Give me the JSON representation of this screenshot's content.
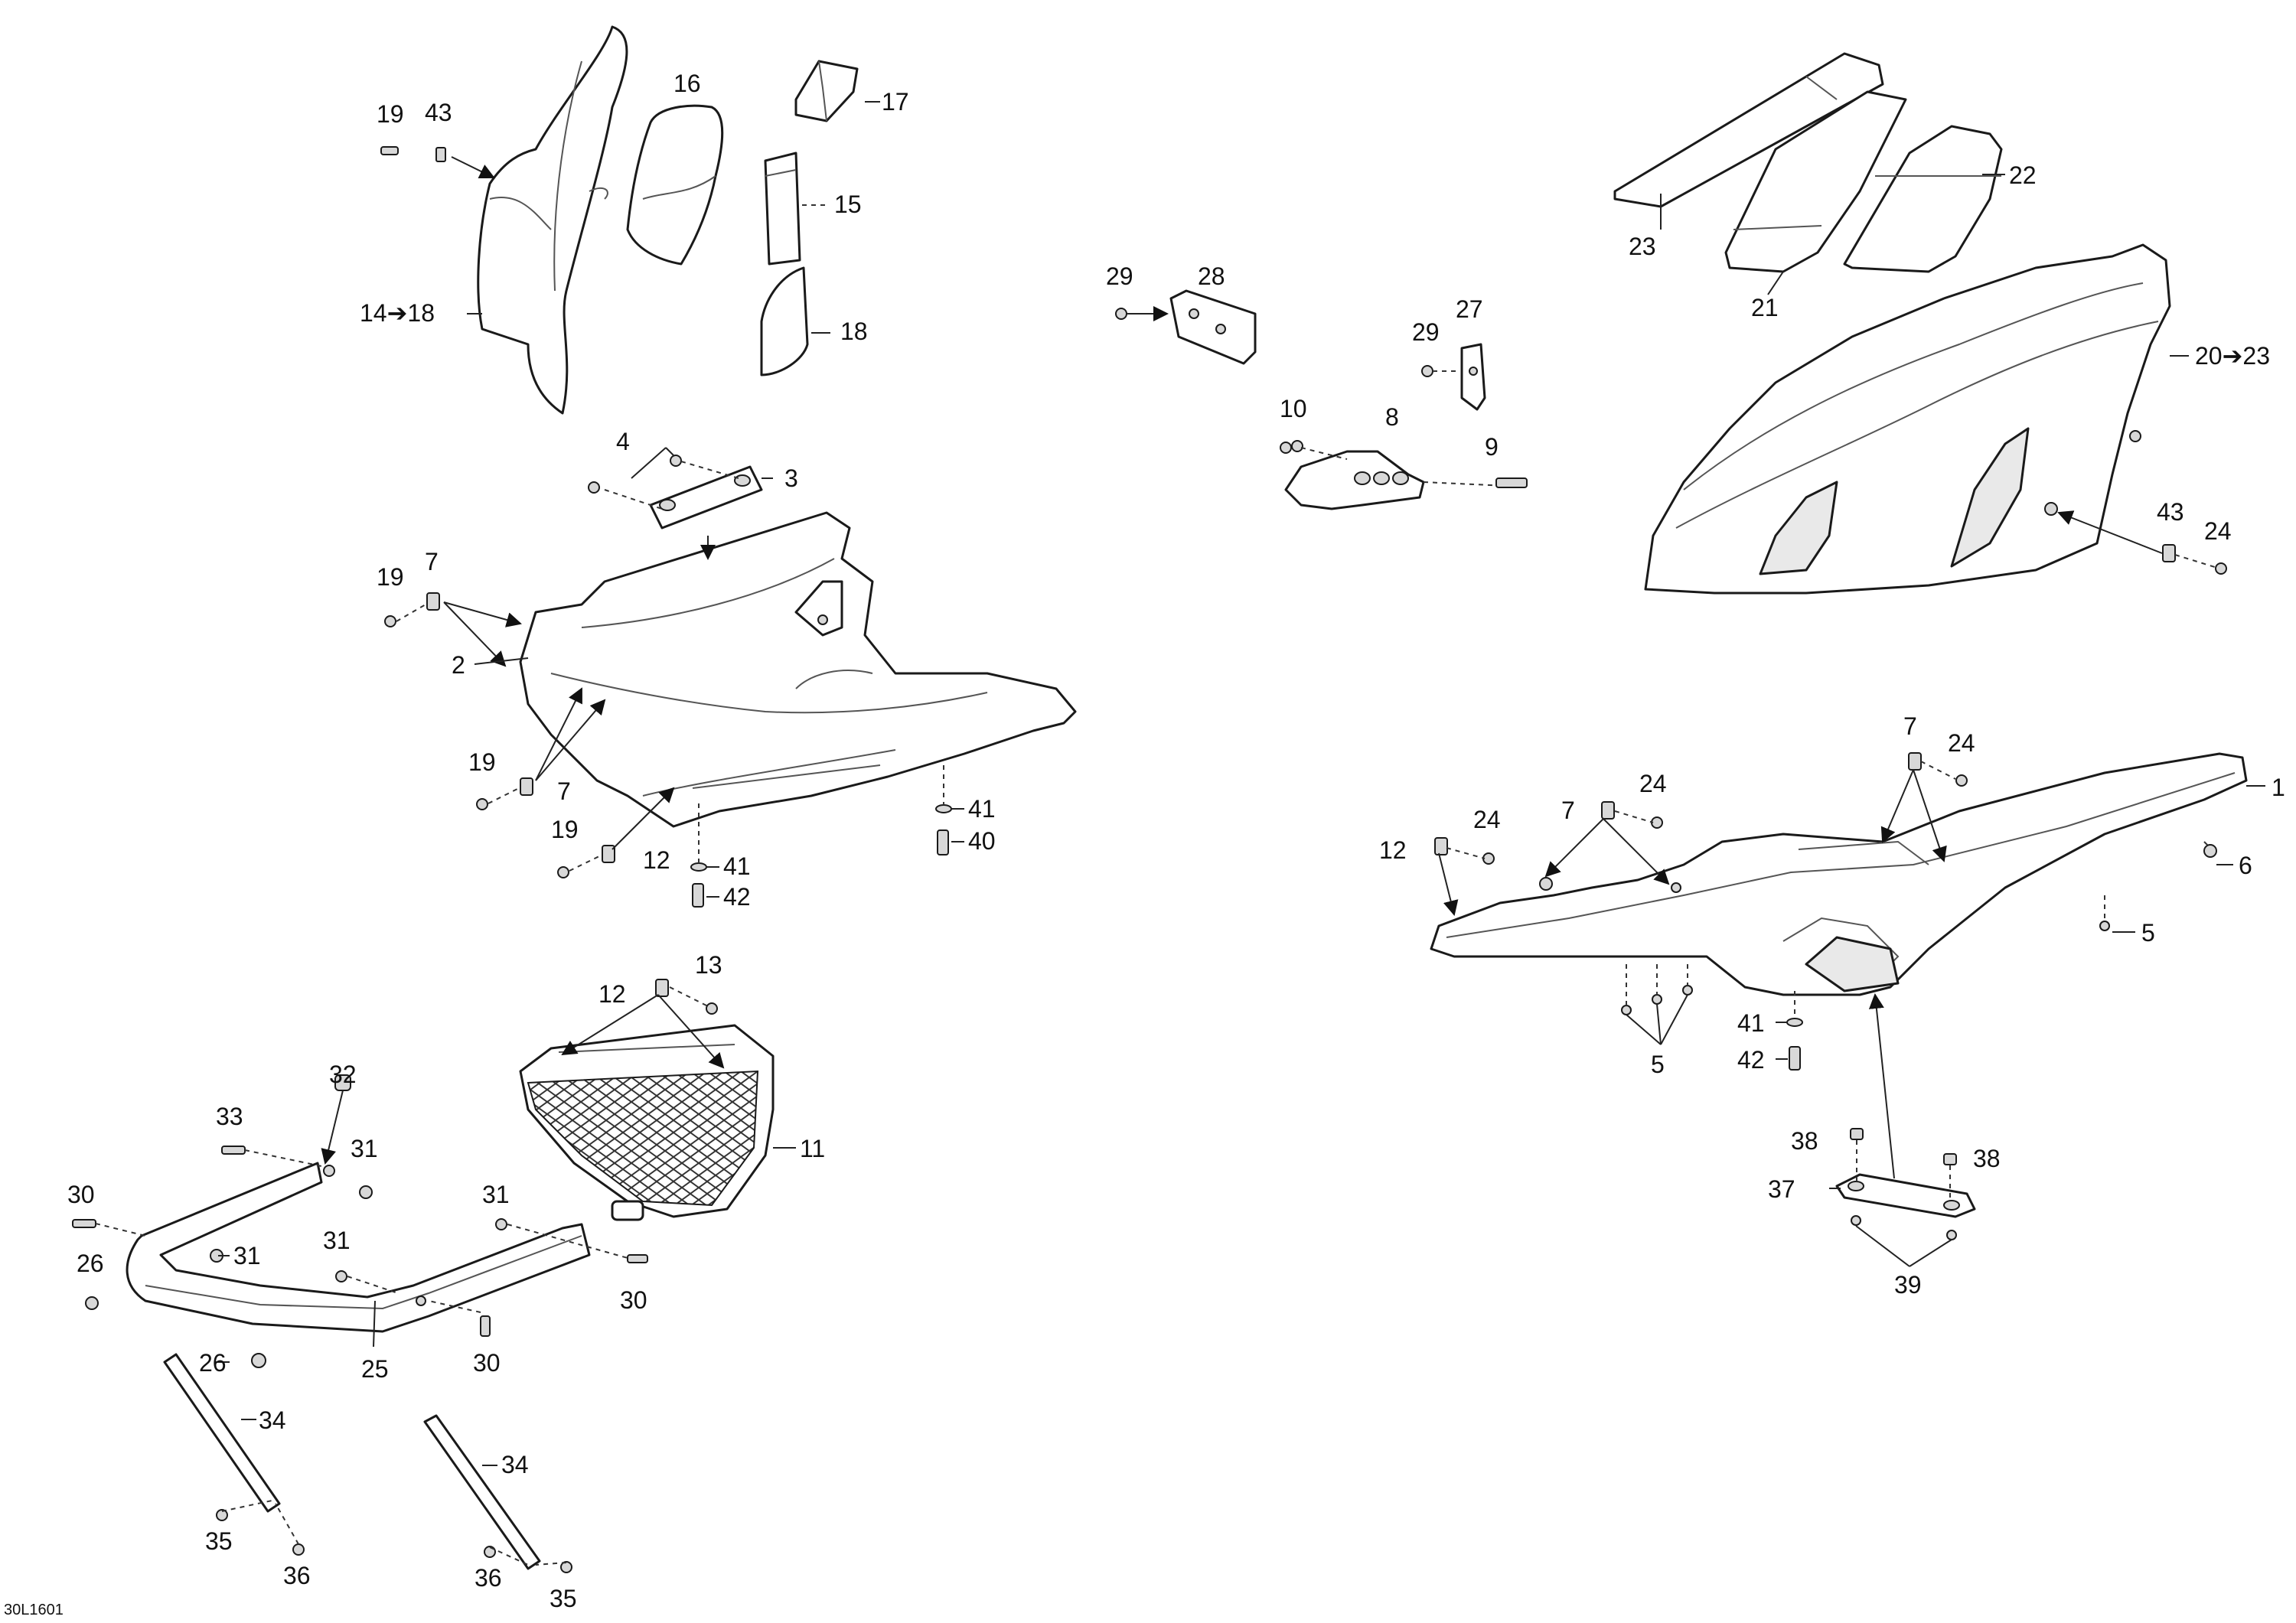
{
  "diagram": {
    "reference_code": "30L1601",
    "callouts": [
      "19",
      "43",
      "16",
      "17",
      "15",
      "14➔18",
      "18",
      "4",
      "3",
      "19",
      "7",
      "2",
      "19",
      "7",
      "19",
      "12",
      "41",
      "40",
      "41",
      "42",
      "12",
      "13",
      "11",
      "32",
      "33",
      "31",
      "30",
      "31",
      "31",
      "31",
      "30",
      "26",
      "25",
      "30",
      "26",
      "34",
      "34",
      "35",
      "36",
      "36",
      "35",
      "29",
      "28",
      "29",
      "27",
      "10",
      "8",
      "9",
      "23",
      "22",
      "21",
      "20➔23",
      "43",
      "24",
      "7",
      "24",
      "1",
      "24",
      "7",
      "24",
      "12",
      "6",
      "5",
      "5",
      "41",
      "42",
      "38",
      "38",
      "37",
      "39"
    ]
  }
}
